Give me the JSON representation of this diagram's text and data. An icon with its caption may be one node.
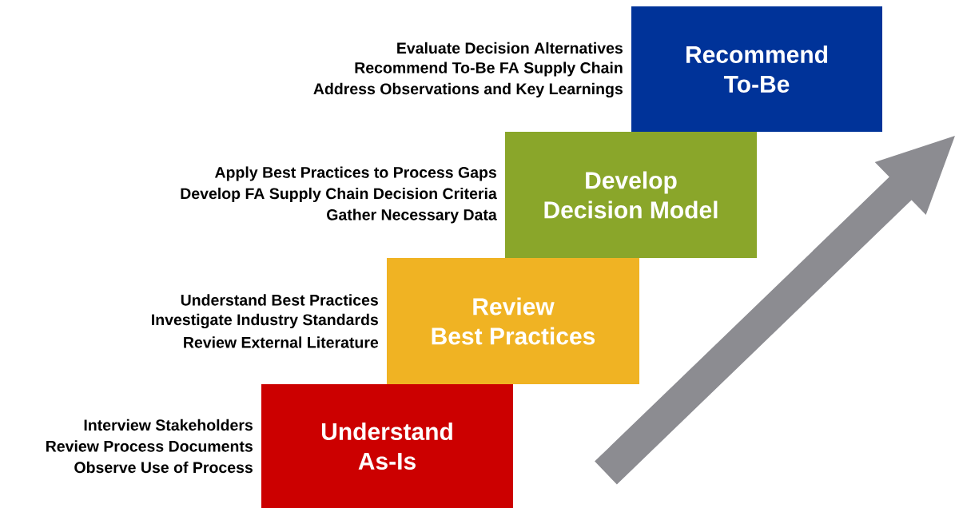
{
  "diagram": {
    "nodes": [
      {
        "text": [
          "Recommend To-Be"
        ],
        "beside": [
          "Evaluate Decision Alternatives",
          "Recommend To-Be FA Supply Chain",
          "Address Observations and Key Learnings"
        ]
      },
      {
        "text": [
          "Develop Decision Model"
        ],
        "beside": [
          "Apply Best Practices to Process Gaps",
          "Develop FA Supply Chain Decision Criteria",
          "Gather Necessary Data"
        ]
      },
      {
        "text": [
          "Review Best Practices"
        ],
        "beside": [
          "Understand Best Practices",
          "Investigate Industry Standards",
          "Review External Literature"
        ]
      },
      {
        "text": [
          "Understand As-Is"
        ],
        "beside": [
          "Interview Stakeholders",
          "Review Process Documents",
          "Observe Use of Process"
        ]
      }
    ]
  }
}
